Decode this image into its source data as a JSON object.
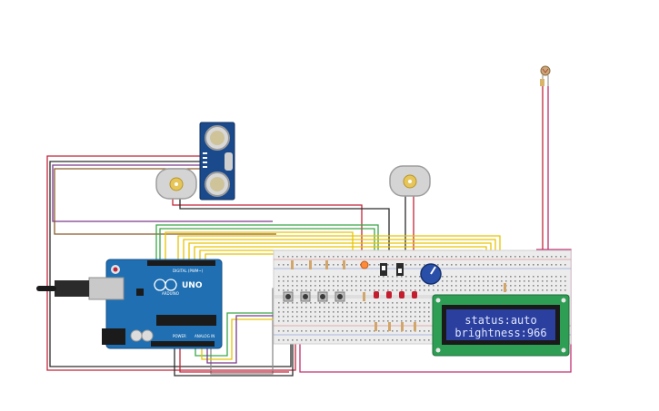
{
  "lcd": {
    "line1": "status:auto",
    "line2": "brightness:966"
  },
  "arduino": {
    "model": "UNO",
    "brand": "ARDUINO",
    "header_digital": "DIGITAL (PWM~)",
    "header_power": "POWER",
    "header_analog": "ANALOG IN"
  },
  "colors": {
    "wire_red": "#c0263a",
    "wire_black": "#2b2b2b",
    "wire_yellow": "#e8c400",
    "wire_green": "#3aa648",
    "wire_magenta": "#c1306f",
    "wire_brown": "#8a5a2b",
    "wire_purple": "#7a3a8a",
    "wire_gray": "#8c8c8c",
    "board_blue": "#1f6fb2",
    "lcd_green": "#2f9e55",
    "lcd_screen": "#2b3f9e",
    "breadboard": "#ececec"
  },
  "icons": [
    "ultrasonic-sensor-icon",
    "dc-motor-icon",
    "photoresistor-icon",
    "potentiometer-icon",
    "pushbutton-icon",
    "led-icon",
    "resistor-icon",
    "slide-switch-icon",
    "usb-connector-icon",
    "power-jack-icon"
  ]
}
